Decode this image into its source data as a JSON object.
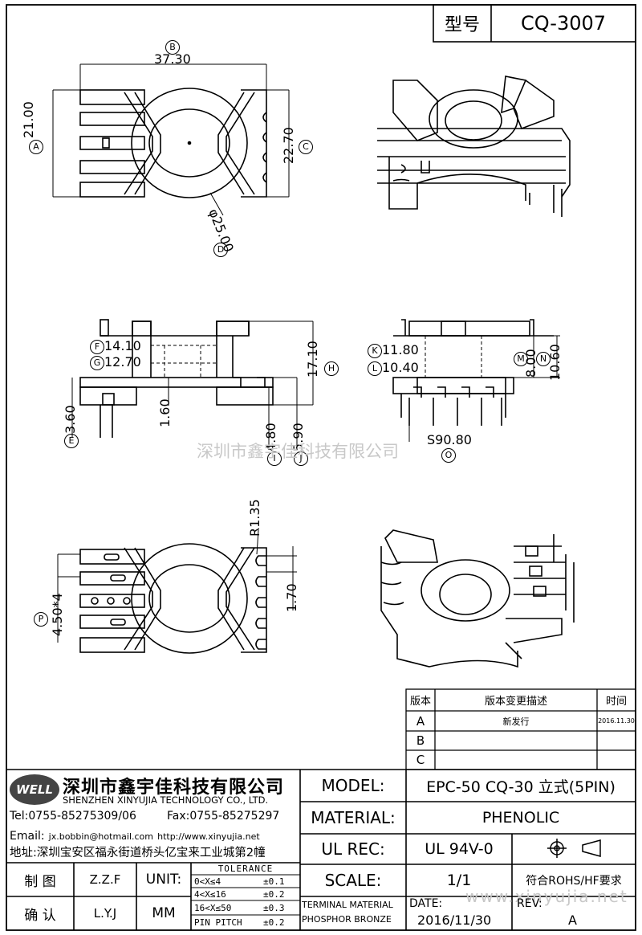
{
  "title_block": {
    "model_label": "型号",
    "model_value": "CQ-3007"
  },
  "top_view": {
    "B": "B",
    "B_value": "37.30",
    "A": "A",
    "A_value": "21.00",
    "C": "C",
    "C_value": "22.70",
    "D": "D",
    "D_value": "φ25.00"
  },
  "side_view": {
    "F": "F",
    "F_value": "14.10",
    "G": "G",
    "G_value": "12.70",
    "H": "H",
    "H_value": "17.10",
    "E": "E",
    "E_value": "3.60",
    "v160": "1.60",
    "I": "I",
    "I_value": "4.80",
    "J": "J",
    "J_value": "5.90"
  },
  "front_view": {
    "K": "K",
    "K_value": "11.80",
    "L": "L",
    "L_value": "10.40",
    "M": "M",
    "M_value": "8.00",
    "N": "N",
    "N_value": "10.60",
    "O": "O",
    "O_value": "S90.80"
  },
  "bottom_view": {
    "R_value": "R1.35",
    "P": "P",
    "P_value": "4.50*4",
    "v170": "1.70"
  },
  "watermarks": {
    "center": "深圳市鑫宇佳科技有限公司",
    "corner": "www.xinyujia.net"
  },
  "revision_table": {
    "headers": [
      "版本",
      "版本变更描述",
      "时间"
    ],
    "rows": [
      {
        "ver": "A",
        "desc": "新发行",
        "date": "2016.11.30"
      },
      {
        "ver": "B",
        "desc": "",
        "date": ""
      },
      {
        "ver": "C",
        "desc": "",
        "date": ""
      }
    ]
  },
  "company": {
    "logo": "WELL",
    "name_cn": "深圳市鑫宇佳科技有限公司",
    "name_en": "SHENZHEN XINYUJIA TECHNOLOGY CO., LTD.",
    "tel": "Tel:0755-85275309/06",
    "fax": "Fax:0755-85275297",
    "email_label": "Email:",
    "email": "jx.bobbin@hotmail.com",
    "url": "http://www.xinyujia.net",
    "address": "地址:深圳宝安区福永街道桥头亿宝来工业城第2幢"
  },
  "spec": {
    "model_label": "MODEL:",
    "model_value": "EPC-50 CQ-30 立式(5PIN)",
    "material_label": "MATERIAL:",
    "material_value": "PHENOLIC",
    "ul_label": "UL REC:",
    "ul_value": "UL 94V-0",
    "scale_label": "SCALE:",
    "scale_value": "1/1",
    "rohs": "符合ROHS/HF要求",
    "terminal1": "TERMINAL MATERIAL",
    "terminal2": "PHOSPHOR  BRONZE",
    "date_label": "DATE:",
    "date_value": "2016/11/30",
    "rev_label": "REV:",
    "rev_value": "A"
  },
  "signoff": {
    "draw_label": "制 图",
    "draw_name": "Z.Z.F",
    "check_label": "确 认",
    "check_name": "L.Y.J",
    "unit_label": "UNIT:",
    "unit_value": "MM"
  },
  "tolerance": {
    "title": "TOLERANCE",
    "rows": [
      {
        "range": "0<X≤4",
        "value": "±0.1"
      },
      {
        "range": "4<X≤16",
        "value": "±0.2"
      },
      {
        "range": "16<X≤50",
        "value": "±0.3"
      },
      {
        "range": "PIN PITCH",
        "value": "±0.2"
      }
    ]
  }
}
